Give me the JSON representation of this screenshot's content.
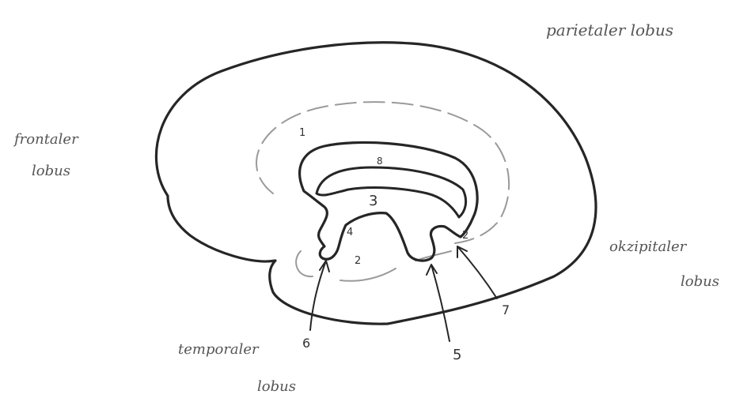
{
  "labels": {
    "parietal": "parietaler lobus",
    "frontal_line1": "frontaler",
    "frontal_line2": "lobus",
    "occipital_line1": "okzipitaler",
    "occipital_line2": "lobus",
    "temporal_line1": "temporaler",
    "temporal_line2": "lobus"
  },
  "region_numbers": {
    "outer_ring": "1",
    "band_upper": "8",
    "center": "3",
    "left_notch": "4",
    "lower_ring": "2",
    "right_notch": "2"
  },
  "pointer_numbers": {
    "left": "6",
    "middle": "5",
    "right": "7"
  },
  "colors": {
    "ink": "#262626",
    "faint_ink": "#9a9a9a",
    "label_ink": "#555555"
  }
}
